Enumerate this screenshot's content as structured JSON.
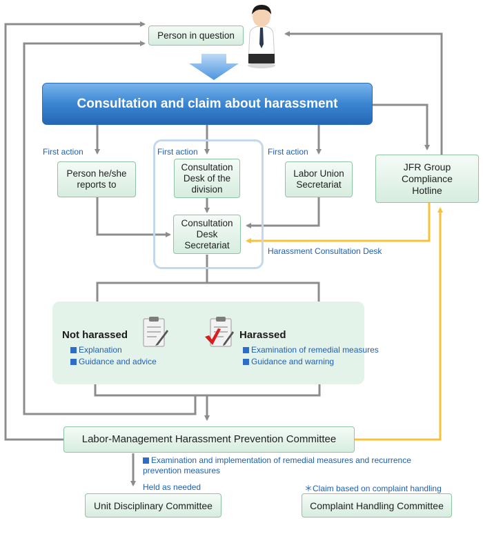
{
  "boxes": {
    "person_in_question": "Person in question",
    "main_banner": "Consultation and claim about harassment",
    "person_reports_to": "Person he/she reports to",
    "consult_desk_division": "Consultation Desk of the division",
    "labor_union": "Labor Union Secretariat",
    "jfr_hotline": "JFR Group Compliance Hotline",
    "desk_secretariat": "Consultation Desk Secretariat",
    "committee": "Labor-Management Harassment Prevention Committee",
    "unit_disciplinary": "Unit Disciplinary Committee",
    "complaint_handling": "Complaint Handling Committee"
  },
  "labels": {
    "first_action_1": "First action",
    "first_action_2": "First action",
    "first_action_3": "First action",
    "harassment_desk": "Harassment Consultation Desk",
    "held_as_needed": "Held as needed",
    "claim_note": "＊Claim based on complaint handling"
  },
  "results": {
    "not_harassed": {
      "title": "Not harassed",
      "items": [
        "Explanation",
        "Guidance and advice"
      ]
    },
    "harassed": {
      "title": "Harassed",
      "items": [
        "Examination of remedial measures",
        "Guidance and warning"
      ]
    }
  },
  "committee_note": "Examination and implementation of remedial measures and recurrence prevention measures",
  "colors": {
    "arrow_gray": "#8c8c8c",
    "arrow_yellow": "#f7c23a",
    "banner_blue": "#2f78c8",
    "box_green": "#d6eddf",
    "text_blue": "#1d5fb5"
  },
  "icons": [
    "person-icon",
    "down-chevron-icon",
    "clipboard-icon",
    "checkmark-clipboard-icon"
  ]
}
